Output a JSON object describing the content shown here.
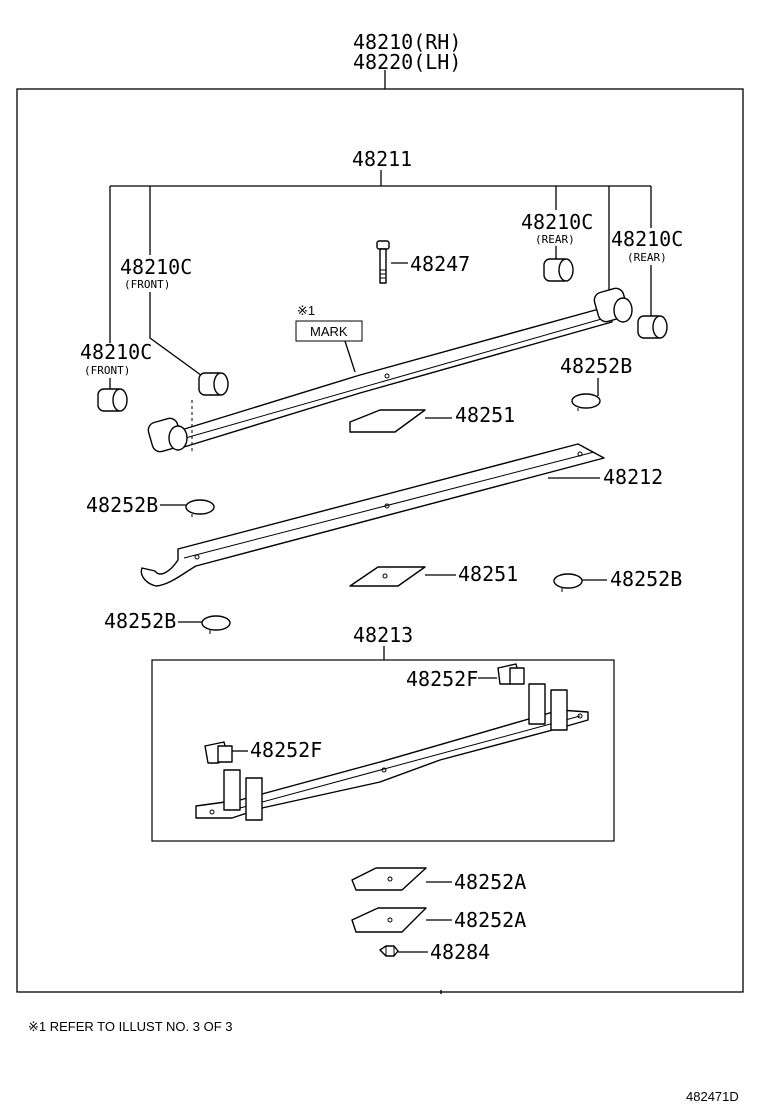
{
  "labels": {
    "assy_rh": "48210(RH)",
    "assy_lh": "48220(LH)",
    "leaf_no1": "48211",
    "bush_front_left": "48210C",
    "bush_front_left_sub": "(FRONT)",
    "bush_front_mid": "48210C",
    "bush_front_mid_sub": "(FRONT)",
    "bush_rear_mid": "48210C",
    "bush_rear_mid_sub": "(REAR)",
    "bush_rear_right": "48210C",
    "bush_rear_right_sub": "(REAR)",
    "bolt": "48247",
    "ref_mark": "※1",
    "mark": "MARK",
    "insert_upper": "48251",
    "insert_lower": "48251",
    "leaf_no2": "48212",
    "bumper_upper_right": "48252B",
    "bumper_left": "48252B",
    "bumper_lower_right": "48252B",
    "bumper_lower_left": "48252B",
    "leaf_no3": "48213",
    "clip_right": "48252F",
    "clip_left": "48252F",
    "plate_upper": "48252A",
    "plate_lower": "48252A",
    "nut": "48284"
  },
  "footnote": "※1 REFER TO ILLUST NO. 3 OF 3",
  "illustration_id": "482471D"
}
